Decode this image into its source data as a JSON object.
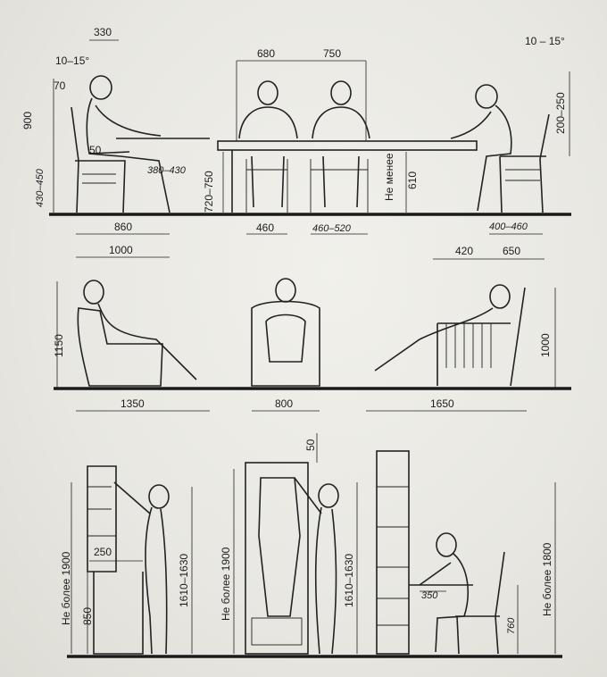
{
  "row1": {
    "left_angle": "10–15°",
    "left_top_depth": "330",
    "left_back_offset": "70",
    "left_height_900": "900",
    "left_seat_height": "430–450",
    "left_seat_offset": "50",
    "left_seat_depth": "380–430",
    "table_height": "720–750",
    "left_w_860": "860",
    "left_w_1000": "1000",
    "center_w_680": "680",
    "center_w_750": "750",
    "center_seat_460": "460",
    "center_seat_460_520": "460–520",
    "table_clearance_note": "Не менее",
    "table_clearance_value": "610",
    "right_angle": "10 – 15°",
    "right_back_200_250": "200–250",
    "right_seat_400_460": "400–460",
    "right_w_420": "420",
    "right_w_650": "650"
  },
  "row2": {
    "armchair_height": "1150",
    "armchair_width": "1350",
    "armchair_front_width": "800",
    "lounge_width": "1650",
    "lounge_height": "1000"
  },
  "row3": {
    "shelf_note": "Не более 1900",
    "shelf_reach_250": "250",
    "shelf_height_850": "850",
    "person_height_1": "1610–1630",
    "wardrobe_top_50": "50",
    "wardrobe_note": "Не более 1900",
    "person_height_2": "1610–1630",
    "desk_depth": "350",
    "desk_height": "760",
    "secretary_note": "Не более 1800"
  }
}
